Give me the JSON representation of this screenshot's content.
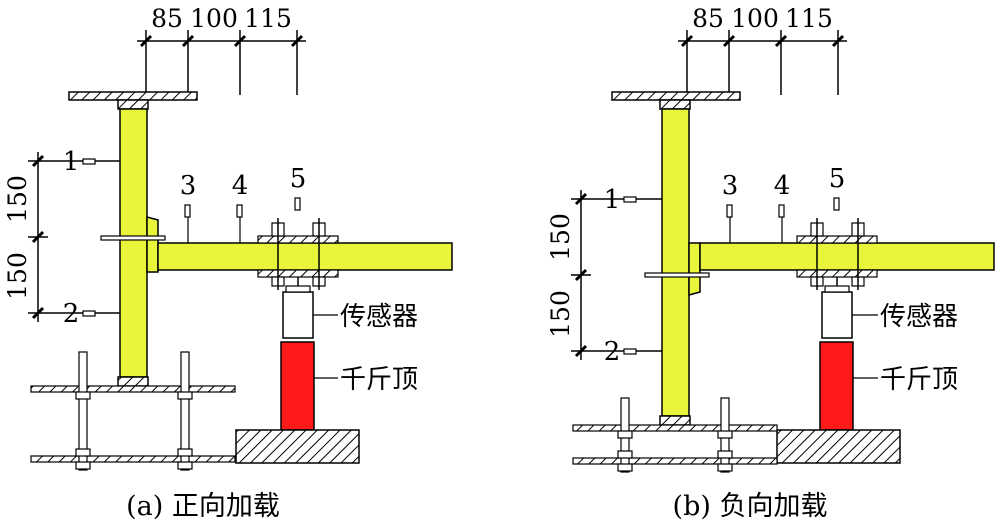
{
  "panel_a": {
    "dims_top": [
      "85",
      "100",
      "115"
    ],
    "dims_left": [
      "150",
      "150"
    ],
    "points": [
      "1",
      "2",
      "3",
      "4",
      "5"
    ],
    "sensor": "传感器",
    "jack": "千斤顶",
    "caption": "(a) 正向加载"
  },
  "panel_b": {
    "dims_top": [
      "85",
      "100",
      "115"
    ],
    "dims_left": [
      "150",
      "150"
    ],
    "points": [
      "1",
      "2",
      "3",
      "4",
      "5"
    ],
    "sensor": "传感器",
    "jack": "千斤顶",
    "caption": "(b) 负向加载"
  },
  "colors": {
    "member": "#e8f53a",
    "jack": "#ff1a1a",
    "stroke": "#000000"
  }
}
